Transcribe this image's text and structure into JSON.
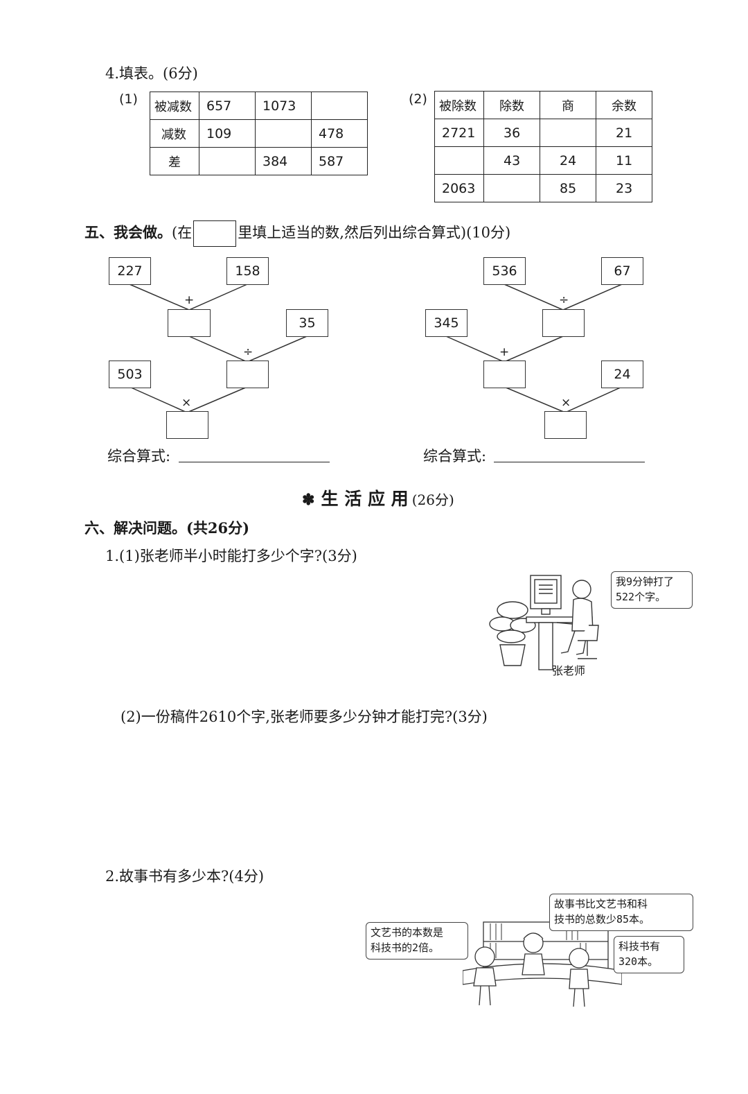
{
  "q4": {
    "heading": "4.填表。(6分)",
    "t1": {
      "label": "(1)",
      "rows": [
        [
          "被减数",
          "657",
          "1073",
          ""
        ],
        [
          "减数",
          "109",
          "",
          "478"
        ],
        [
          "差",
          "",
          "384",
          "587"
        ]
      ]
    },
    "t2": {
      "label": "(2)",
      "headers": [
        "被除数",
        "除数",
        "商",
        "余数"
      ],
      "rows": [
        [
          "2721",
          "36",
          "",
          "21"
        ],
        [
          "",
          "43",
          "24",
          "11"
        ],
        [
          "2063",
          "",
          "85",
          "23"
        ]
      ]
    }
  },
  "q5": {
    "heading_pre": "五、我会做。",
    "heading_paren": "(在",
    "heading_post": "里填上适当的数,然后列出综合算式)(10分)",
    "left": {
      "top_a": "227",
      "top_b": "158",
      "op1": "+",
      "right_in": "35",
      "op2": "÷",
      "left_in": "503",
      "op3": "×"
    },
    "right": {
      "top_a": "536",
      "top_b": "67",
      "op1": "÷",
      "left_in": "345",
      "op2": "+",
      "right_in": "24",
      "op3": "×"
    },
    "formula_label": "综合算式:"
  },
  "section": {
    "icon": "✽",
    "title": "生 活 应 用",
    "score": "(26分)"
  },
  "q6": {
    "heading": "六、解决问题。(共26分)",
    "p1a": "1.(1)张老师半小时能打多少个字?(3分)",
    "bubble1_l1": "我9分钟打了",
    "bubble1_l2": "522个字。",
    "teacher_caption": "张老师",
    "p1b": "(2)一份稿件2610个字,张老师要多少分钟才能打完?(3分)",
    "p2": "2.故事书有多少本?(4分)",
    "bubble2_l1": "文艺书的本数是",
    "bubble2_l2": "科技书的2倍。",
    "bubble3_l1": "故事书比文艺书和科",
    "bubble3_l2": "技书的总数少85本。",
    "bubble4_l1": "科技书有",
    "bubble4_l2": "320本。"
  }
}
